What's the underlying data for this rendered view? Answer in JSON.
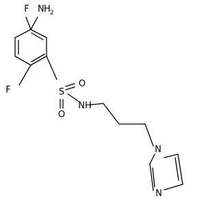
{
  "molecule": {
    "atoms": {
      "f_top": "F",
      "nh2_n": "N",
      "nh2_h": "H",
      "nh2_sub": "2",
      "f_left": "F",
      "sulfur": "S",
      "oxygen_top": "O",
      "oxygen_bottom": "O",
      "nh_sulfonamide": "NH",
      "imidazole_n1": "N",
      "imidazole_n3": "N"
    },
    "colors": {
      "bonds": "#000000",
      "labels": "#000000",
      "background": "#ffffff"
    }
  }
}
